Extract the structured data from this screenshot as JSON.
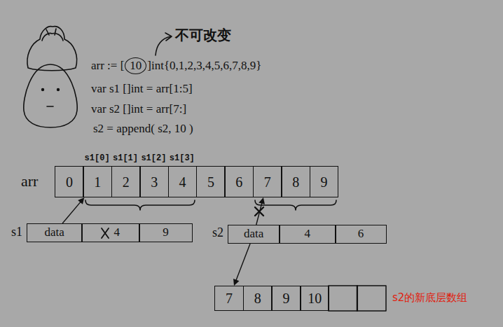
{
  "diagram": {
    "nodes": [
      {
        "text": [
          "10"
        ]
      },
      {
        "text": [
          "0"
        ]
      },
      {
        "text": [
          "1"
        ]
      },
      {
        "text": [
          "2"
        ]
      },
      {
        "text": [
          "3"
        ]
      },
      {
        "text": [
          "4"
        ]
      },
      {
        "text": [
          "5"
        ]
      },
      {
        "text": [
          "6"
        ]
      },
      {
        "text": [
          "7"
        ]
      },
      {
        "text": [
          "8"
        ]
      },
      {
        "text": [
          "9"
        ]
      },
      {
        "text": [
          "data"
        ]
      },
      {
        "text": [
          "4"
        ]
      },
      {
        "text": [
          "9"
        ]
      },
      {
        "text": [
          "data"
        ]
      },
      {
        "text": [
          "4"
        ]
      },
      {
        "text": [
          "6"
        ]
      },
      {
        "text": [
          "7"
        ]
      },
      {
        "text": [
          "8"
        ]
      },
      {
        "text": [
          "9"
        ]
      },
      {
        "text": [
          "10"
        ]
      }
    ],
    "edges": [
      {
        "from": 11,
        "to": 2,
        "arrow": "to"
      },
      {
        "from": 14,
        "to": 8,
        "arrow": "to"
      },
      {
        "from": 14,
        "to": 17,
        "arrow": "to"
      }
    ],
    "labels": [
      "不可改变",
      "arr := [",
      "]int{0,1,2,3,4,5,6,7,8,9}",
      "var s1 []int = arr[1:5]",
      "var s2 []int = arr[7:]",
      "s2 = append( s2, 10 )",
      "s1[0]",
      "s1[1]",
      "s1[2]",
      "s1[3]",
      "arr",
      "s1",
      "s2",
      "s2的新底层数组"
    ]
  }
}
